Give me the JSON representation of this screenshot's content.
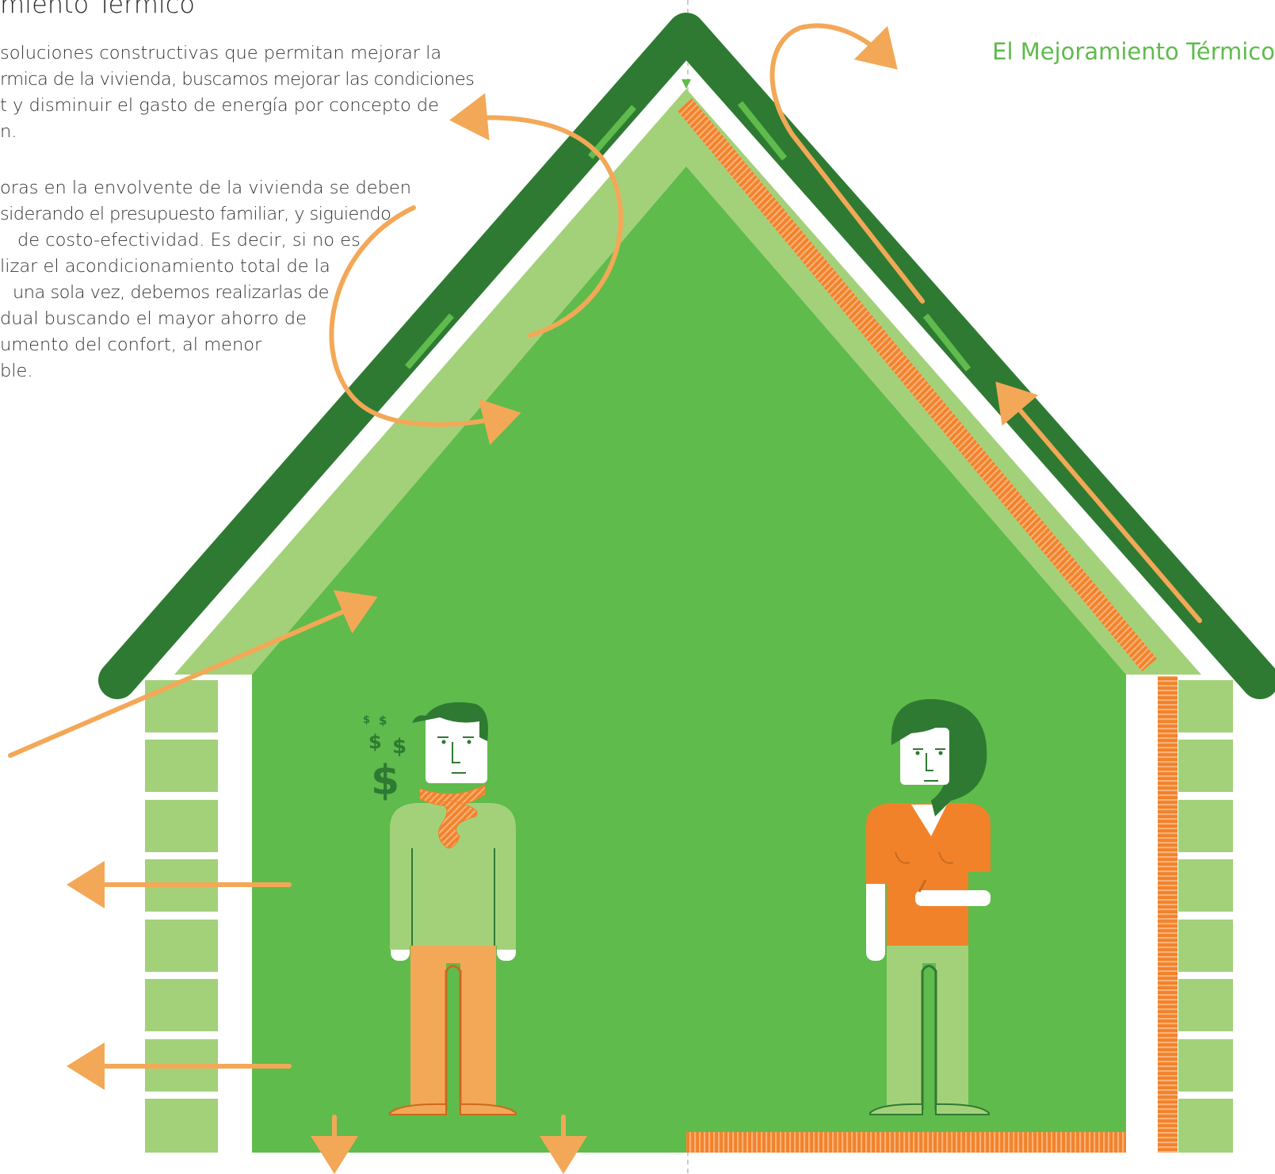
{
  "page": {
    "title_fragment": "miento Térmico",
    "corner_title": "El Mejoramiento Térmico"
  },
  "paragraph1": {
    "lines": [
      "soluciones constructivas que permitan mejorar la",
      "rmica de la vivienda, buscamos mejorar las condiciones",
      "t y disminuir el gasto de energía por concepto de",
      "n."
    ]
  },
  "paragraph2": {
    "lines": [
      "oras en la envolvente de la vivienda se deben",
      "siderando el presupuesto familiar, y siguiendo",
      "de costo-efectividad. Es decir, si no es",
      "lizar el acondicionamiento total de la",
      "una sola vez, debemos realizarlas de",
      "dual buscando el mayor ahorro de",
      "umento del confort, al menor",
      "ble."
    ]
  },
  "illustration": {
    "money_symbol": "$",
    "icons": [
      "house-icon",
      "man-figure",
      "woman-figure",
      "scarf-icon",
      "dollar-sign-icon",
      "heat-arrow-icon"
    ]
  },
  "colors": {
    "roof_dark": "#2e7a32",
    "house_green": "#5fbb4c",
    "light_green": "#a3d17a",
    "orange": "#f3a857",
    "orange_dark": "#f2822a",
    "text": "#333333"
  }
}
